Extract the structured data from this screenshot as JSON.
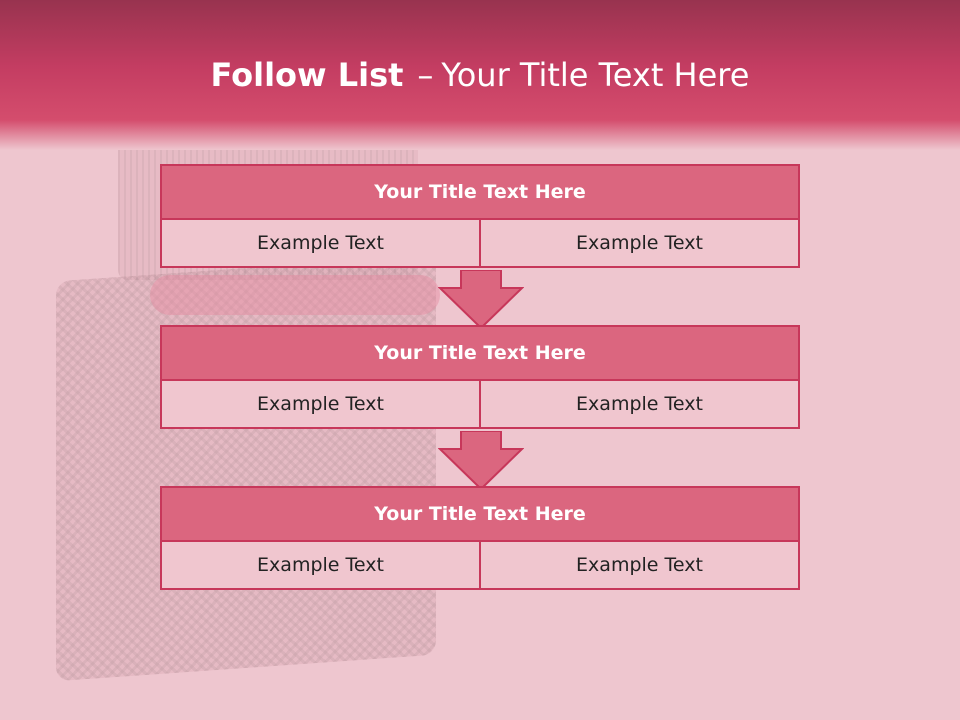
{
  "title": {
    "bold": "Follow List",
    "dash": "–",
    "rest": "Your Title Text Here"
  },
  "blocks": [
    {
      "heading": "Your Title Text Here",
      "left": "Example Text",
      "right": "Example Text"
    },
    {
      "heading": "Your Title Text Here",
      "left": "Example Text",
      "right": "Example Text"
    },
    {
      "heading": "Your Title Text Here",
      "left": "Example Text",
      "right": "Example Text"
    }
  ],
  "colors": {
    "header": "#c43d62",
    "block_heading": "#db667f",
    "block_border": "#c7375a",
    "cell": "#f0c6cf",
    "background": "#eec6cf"
  },
  "icons": {
    "connector": "down-arrow-icon"
  }
}
